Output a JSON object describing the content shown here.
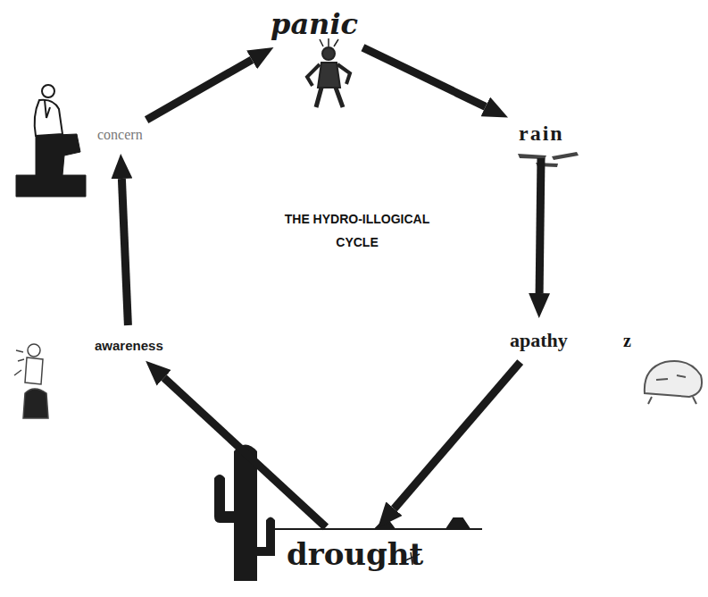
{
  "diagram": {
    "title": "THE HYDRO-ILLOGICAL CYCLE",
    "nodes": [
      {
        "text": [
          "panic"
        ]
      },
      {
        "text": [
          "rain"
        ]
      },
      {
        "text": [
          "apathy"
        ]
      },
      {
        "text": [
          "drought"
        ]
      },
      {
        "text": [
          "awareness"
        ]
      },
      {
        "text": [
          "concern"
        ]
      }
    ],
    "edges": [
      {
        "from": 0,
        "to": 1,
        "arrow": "to"
      },
      {
        "from": 1,
        "to": 2,
        "arrow": "to"
      },
      {
        "from": 2,
        "to": 3,
        "arrow": "to"
      },
      {
        "from": 3,
        "to": 4,
        "arrow": "to"
      },
      {
        "from": 4,
        "to": 5,
        "arrow": "to"
      },
      {
        "from": 5,
        "to": 0,
        "arrow": "to"
      }
    ],
    "labels": [
      "z"
    ]
  }
}
